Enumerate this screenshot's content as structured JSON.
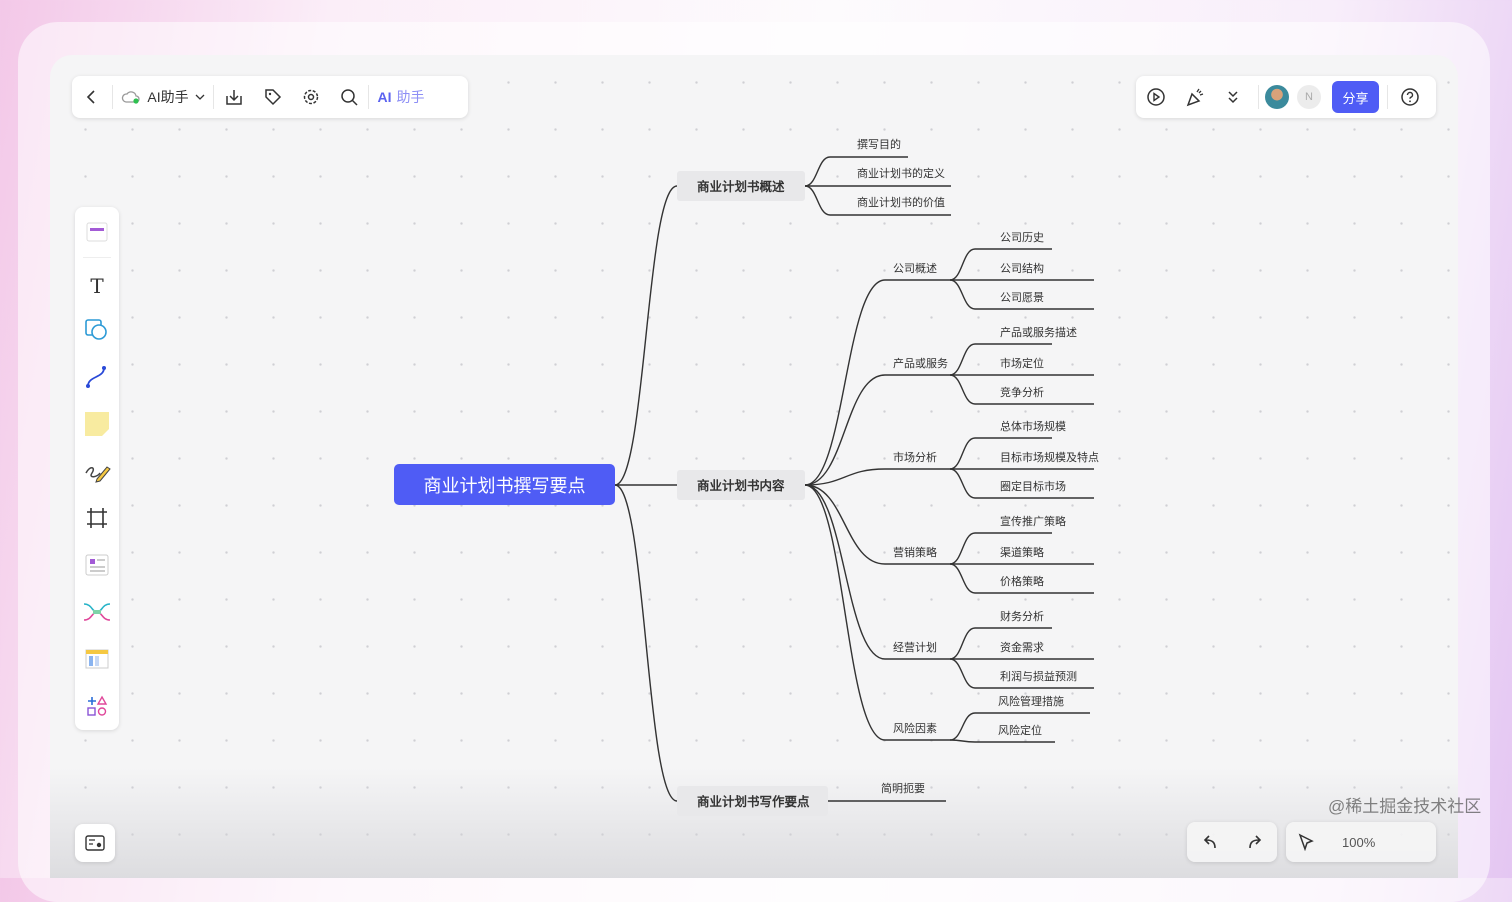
{
  "toolbar": {
    "back": "back",
    "doc_name": "AI助手",
    "ai_label": "AI",
    "ai_text": "助手"
  },
  "right_toolbar": {
    "avatar_initial": "N",
    "share": "分享"
  },
  "bottom": {
    "zoom": "100%"
  },
  "watermark": "@稀土掘金技术社区",
  "colors": {
    "accent": "#4f5cf5",
    "root_bg": "#4f5cf5",
    "node_bg": "#e8e8ea",
    "line": "#333333"
  },
  "mindmap": {
    "root": "商业计划书撰写要点",
    "branches": [
      {
        "label": "商业计划书概述",
        "children": [
          {
            "label": "撰写目的"
          },
          {
            "label": "商业计划书的定义"
          },
          {
            "label": "商业计划书的价值"
          }
        ]
      },
      {
        "label": "商业计划书内容",
        "children": [
          {
            "label": "公司概述",
            "children": [
              "公司历史",
              "公司结构",
              "公司愿景"
            ]
          },
          {
            "label": "产品或服务",
            "children": [
              "产品或服务描述",
              "市场定位",
              "竞争分析"
            ]
          },
          {
            "label": "市场分析",
            "children": [
              "总体市场规模",
              "目标市场规模及特点",
              "圈定目标市场"
            ]
          },
          {
            "label": "营销策略",
            "children": [
              "宣传推广策略",
              "渠道策略",
              "价格策略"
            ]
          },
          {
            "label": "经营计划",
            "children": [
              "财务分析",
              "资金需求",
              "利润与损益预测"
            ]
          },
          {
            "label": "风险因素",
            "children": [
              "风险管理措施",
              "风险定位"
            ]
          }
        ]
      },
      {
        "label": "商业计划书写作要点",
        "children": [
          {
            "label": "简明扼要"
          }
        ]
      }
    ]
  }
}
